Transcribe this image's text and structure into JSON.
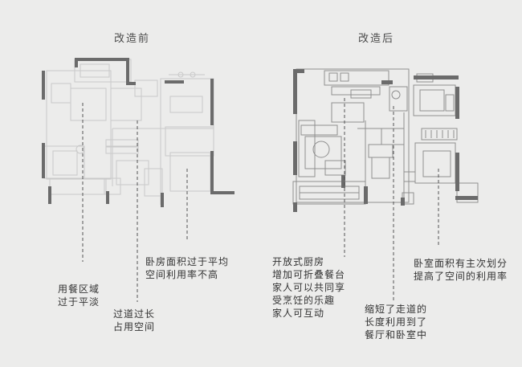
{
  "titles": {
    "before": "改造前",
    "after": "改造后"
  },
  "notes": {
    "dining": [
      "用餐区域",
      "过于平淡"
    ],
    "corridor": [
      "过道过长",
      "占用空间"
    ],
    "bedroom_before": [
      "卧房面积过于平均",
      "空间利用率不高"
    ],
    "kitchen": [
      "开放式厨房",
      "增加可折叠餐台",
      "家人可以共同享",
      "受烹饪的乐趣",
      "家人可互动"
    ],
    "corridor_after": [
      "缩短了走道的",
      "长度利用到了",
      "餐厅和卧室中"
    ],
    "bedroom_after": [
      "卧室面积有主次划分",
      "提高了空间的利用率"
    ]
  }
}
